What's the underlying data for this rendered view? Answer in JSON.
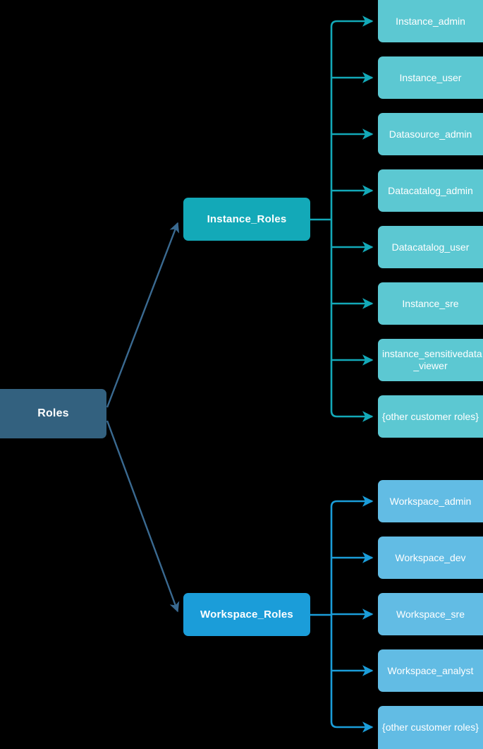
{
  "diagram": {
    "title": "Roles",
    "background_color": "#000000",
    "colors": {
      "root_fill": "#33617f",
      "instance_group_fill": "#13a9b8",
      "instance_leaf_fill": "#5cc8d2",
      "workspace_group_fill": "#1b9dd9",
      "workspace_leaf_fill": "#62bce4",
      "root_edge_stroke": "#3a6a91",
      "instance_edge_stroke": "#13a9b8",
      "workspace_edge_stroke": "#1b9dd9",
      "label_color": "#ffffff"
    }
  },
  "root": {
    "label": "Roles"
  },
  "groups": [
    {
      "id": "instance-roles",
      "label": "Instance_Roles",
      "children": [
        {
          "id": "instance-admin",
          "label": "Instance_admin"
        },
        {
          "id": "instance-user",
          "label": "Instance_user"
        },
        {
          "id": "datasource-admin",
          "label": "Datasource_admin"
        },
        {
          "id": "datacatalog-admin",
          "label": "Datacatalog_admin"
        },
        {
          "id": "datacatalog-user",
          "label": "Datacatalog_user"
        },
        {
          "id": "instance-sre",
          "label": "Instance_sre"
        },
        {
          "id": "instance-sensitivedata-viewer",
          "label": "instance_sensitivedata\n_viewer"
        },
        {
          "id": "instance-other-customer-roles",
          "label": "{other customer roles}"
        }
      ]
    },
    {
      "id": "workspace-roles",
      "label": "Workspace_Roles",
      "children": [
        {
          "id": "workspace-admin",
          "label": "Workspace_admin"
        },
        {
          "id": "workspace-dev",
          "label": "Workspace_dev"
        },
        {
          "id": "workspace-sre",
          "label": "Workspace_sre"
        },
        {
          "id": "workspace-analyst",
          "label": "Workspace_analyst"
        },
        {
          "id": "workspace-other-customer-roles",
          "label": "{other customer roles}"
        }
      ]
    }
  ]
}
